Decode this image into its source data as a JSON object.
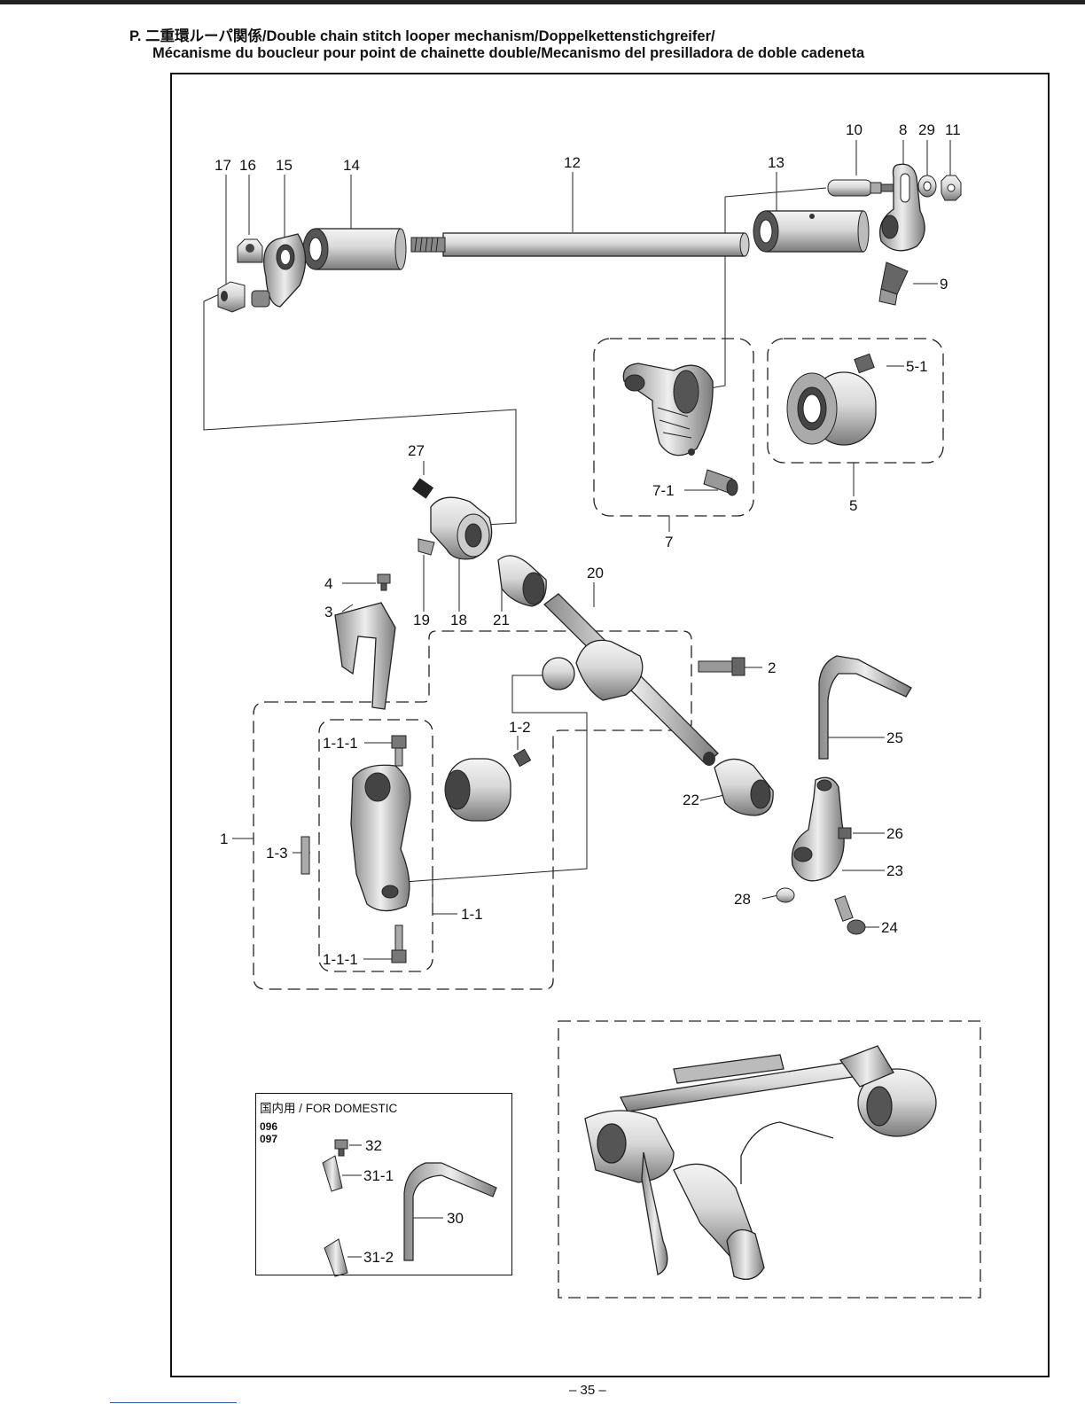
{
  "header": {
    "title_line1": "P. 二重環ルーパ関係/Double chain stitch looper mechanism/Doppelkettenstichgreifer/",
    "title_line2": "Mécanisme du boucleur pour point de chainette double/Mecanismo del presilladora de doble cadeneta"
  },
  "part_labels": {
    "p17": "17",
    "p16": "16",
    "p15": "15",
    "p14": "14",
    "p12": "12",
    "p13": "13",
    "p10": "10",
    "p8": "8",
    "p29": "29",
    "p11": "11",
    "p9": "9",
    "p5_1": "5-1",
    "p5": "5",
    "p7_1": "7-1",
    "p7": "7",
    "p27": "27",
    "p4": "4",
    "p3": "3",
    "p19": "19",
    "p18": "18",
    "p21": "21",
    "p20": "20",
    "p2": "2",
    "p1_2": "1-2",
    "p1_1_1a": "1-1-1",
    "p1_1_1b": "1-1-1",
    "p1": "1",
    "p1_3": "1-3",
    "p1_1": "1-1",
    "p22": "22",
    "p25": "25",
    "p26": "26",
    "p23": "23",
    "p28": "28",
    "p24": "24",
    "p32": "32",
    "p31_1": "31-1",
    "p30": "30",
    "p31_2": "31-2"
  },
  "domestic": {
    "title": "国内用 / FOR DOMESTIC",
    "code1": "096",
    "code2": "097"
  },
  "footer": {
    "page_number": "– 35 –"
  }
}
